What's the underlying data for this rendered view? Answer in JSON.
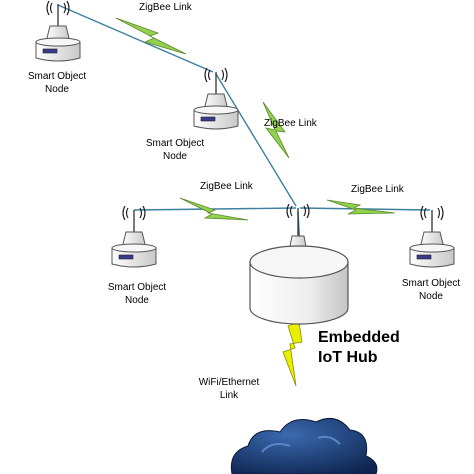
{
  "labels": {
    "node_line1": "Smart Object",
    "node_line2": "Node",
    "zigbee": "ZigBee Link",
    "wifi_line1": "WiFi/Ethernet",
    "wifi_line2": "Link",
    "hub_line1": "Embedded",
    "hub_line2": "IoT Hub"
  },
  "colors": {
    "zigbee_bolt": "#92d050",
    "wifi_bolt": "#e8f000",
    "radio_link": "#3c7fa0",
    "node_body": "#ececec",
    "node_panel": "#3a3a8c",
    "hub_body": "#f0f0f0",
    "cloud": "#1f3f78"
  },
  "icons": [
    "antenna-icon",
    "smart-object-node-icon",
    "iot-hub-icon",
    "zigbee-bolt-icon",
    "wifi-bolt-icon",
    "cloud-icon"
  ]
}
